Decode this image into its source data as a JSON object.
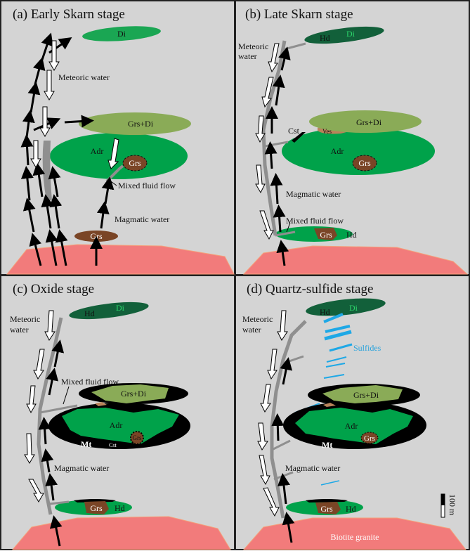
{
  "figure": {
    "panels": [
      {
        "id": "a",
        "title": "(a)  Early Skarn stage",
        "labels": {
          "di": "Di",
          "meteoric": "Meteoric water",
          "grs_di": "Grs+Di",
          "adr": "Adr",
          "grs_inner": "Grs",
          "mixed": "Mixed fluid flow",
          "magmatic": "Magmatic water",
          "grs_bottom": "Grs"
        }
      },
      {
        "id": "b",
        "title": "(b)  Late Skarn stage",
        "labels": {
          "hd": "Hd",
          "di": "Di",
          "meteoric_1": "Meteoric",
          "meteoric_2": "water",
          "cst": "Cst",
          "ves": "Ves",
          "grs_di": "Grs+Di",
          "adr": "Adr",
          "grs_inner": "Grs",
          "magmatic": "Magmatic water",
          "mixed": "Mixed fluid flow",
          "grs_bottom": "Grs",
          "hd_bottom": "Hd"
        }
      },
      {
        "id": "c",
        "title": "(c)  Oxide stage",
        "labels": {
          "hd": "Hd",
          "di": "Di",
          "meteoric_1": "Meteoric",
          "meteoric_2": "water",
          "mixed": "Mixed fluid flow",
          "grs_di": "Grs+Di",
          "adr": "Adr",
          "mt": "Mt",
          "cst": "Cst",
          "grs_inner": "Grs",
          "magmatic": "Magmatic water",
          "grs_bottom": "Grs",
          "hd_bottom": "Hd"
        }
      },
      {
        "id": "d",
        "title": "(d)  Quartz-sulfide stage",
        "labels": {
          "hd": "Hd",
          "di": "Di",
          "meteoric_1": "Meteoric",
          "meteoric_2": "water",
          "sulfides": "Sulfides",
          "grs_di": "Grs+Di",
          "adr": "Adr",
          "mt": "Mt",
          "grs_inner": "Grs",
          "magmatic": "Magmatic water",
          "grs_bottom": "Grs",
          "hd_bottom": "Hd",
          "granite": "Biotite granite",
          "scale": "100 m"
        }
      }
    ],
    "colors": {
      "background": "#d4d4d4",
      "granite": "#f27b7b",
      "diopside": "#1aa653",
      "hedenbergite": "#12603a",
      "grs_di": "#8aab57",
      "andradite": "#00a24a",
      "grossular": "#7a4526",
      "vesuvianite": "#b9835a",
      "magnetite": "#000000",
      "fault": "#8f8f8f",
      "sulfide": "#1ea8e6",
      "sulfide_text": "#2aa3dc"
    }
  }
}
